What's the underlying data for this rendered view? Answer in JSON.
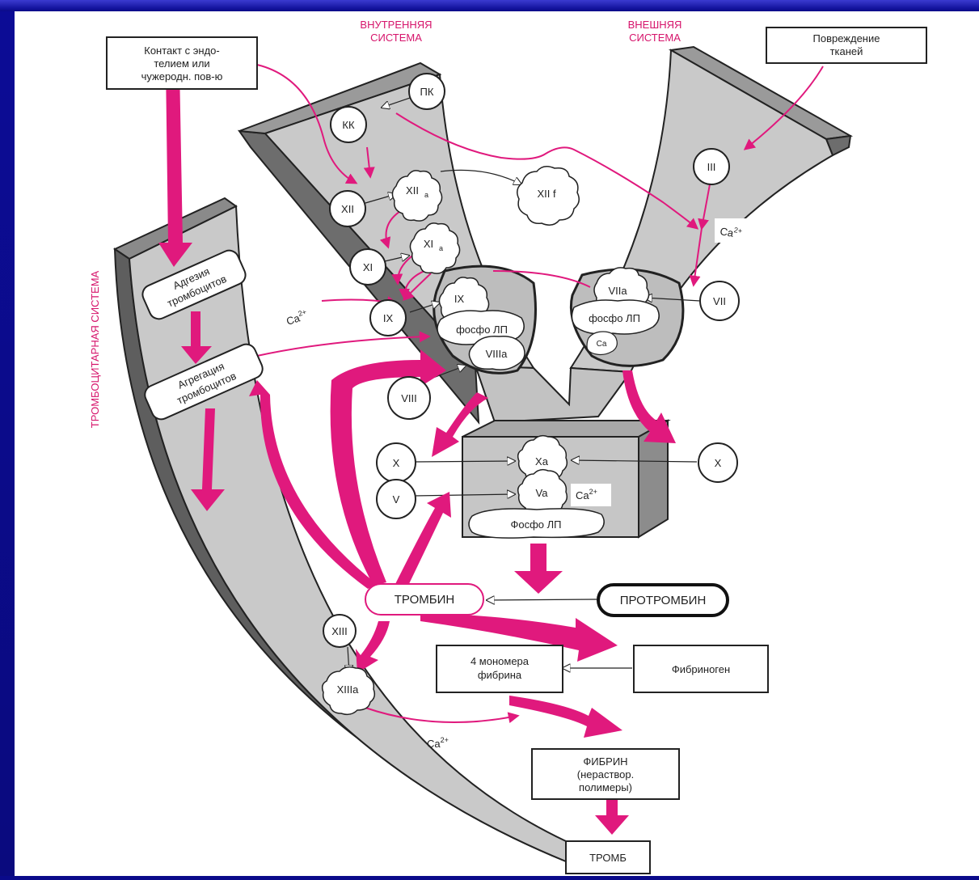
{
  "colors": {
    "background": "#0c0c96",
    "accent": "#e0197d",
    "band": "#cfcfcf",
    "band_side": "#7a7a7a",
    "panel": "#ffffff",
    "ink": "#222222"
  },
  "systems": {
    "intrinsic": [
      "ВНУТРЕННЯЯ",
      "СИСТЕМА"
    ],
    "extrinsic": [
      "ВНЕШНЯЯ",
      "СИСТЕМА"
    ],
    "platelet": "ТРОМБОЦИТАРНАЯ СИСТЕМА"
  },
  "boxes": {
    "contact": [
      "Контакт с эндо-",
      "телием или",
      "чужеродн. пов-ю"
    ],
    "tissue_damage": [
      "Повреждение",
      "тканей"
    ],
    "adhesion": [
      "Адгезия",
      "тромбоцитов"
    ],
    "aggregation": [
      "Агрегация",
      "тромбоцитов"
    ],
    "thrombin": "ТРОМБИН",
    "prothrombin": "ПРОТРОМБИН",
    "monomers": [
      "4 мономера",
      "фибрина"
    ],
    "fibrinogen": "Фибриноген",
    "fibrin": [
      "ФИБРИН",
      "(нераствор.",
      "полимеры)"
    ],
    "thrombus": "ТРОМБ"
  },
  "factors": {
    "pk": "ПК",
    "kk": "КК",
    "xii": "XII",
    "xiia": "XII",
    "xiia_sub": "a",
    "xiif": "XII f",
    "xi": "XI",
    "xia": "XI",
    "xia_sub": "a",
    "ix": "IX",
    "ix_bound": "IX",
    "viii": "VIII",
    "viiia": "VIIIa",
    "iii": "III",
    "vii": "VII",
    "viia": "VIIa",
    "x_left": "X",
    "x_right": "X",
    "xa": "Xa",
    "v": "V",
    "va": "Va",
    "xiii": "XIII",
    "xiiia": "XIIIa"
  },
  "complexes": {
    "phospho_intrinsic": "фосфо ЛП",
    "phospho_extrinsic": "фосфо ЛП",
    "phospho_prothrombinase": "Фосфо ЛП"
  },
  "calcium": {
    "ca_ix": "Ca",
    "ca_extrinsic": "Ca",
    "ca_vii_complex": "Ca",
    "ca_prothrombinase": "Ca",
    "ca_fibrin": "Ca",
    "charge": "2+"
  }
}
